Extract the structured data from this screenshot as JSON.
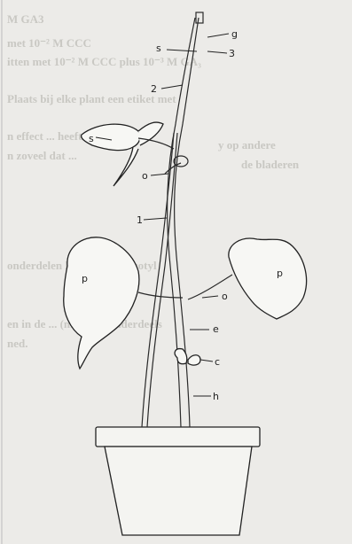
{
  "bleed_through": [
    "M GA3",
    "met 10⁻² M CCC",
    "itten met 10⁻² M CCC plus 10⁻³ M GA₃",
    "Plaats bij elke plant een etiket met",
    "n effect ... heeft",
    "n zoveel dat ...",
    "y op andere",
    "de bladeren",
    "onderdelen lengte van epicotyl",
    "en in de ... (mark) ... onderdeels",
    "ned."
  ],
  "labels": {
    "g": "g",
    "s_top": "s",
    "three": "3",
    "two": "2",
    "s_leaf": "s",
    "o_upper": "o",
    "one": "1",
    "p_left": "p",
    "p_right": "p",
    "o_lower": "o",
    "e": "e",
    "c": "c",
    "h": "h"
  }
}
